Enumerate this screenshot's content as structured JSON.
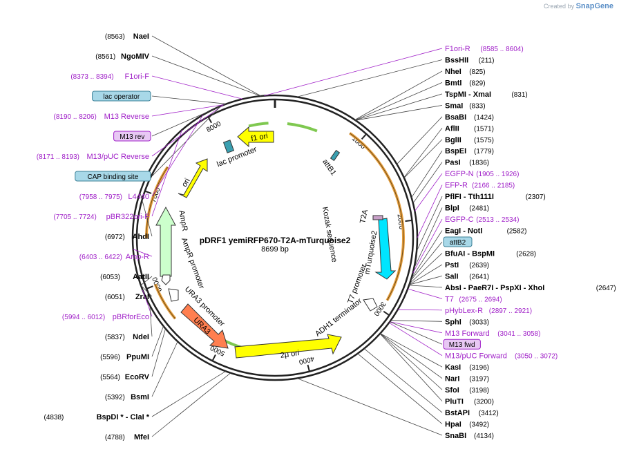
{
  "brand": {
    "prefix": "Created by",
    "name": "SnapGene"
  },
  "map": {
    "title": "pDRF1 yemiRFP670-T2A-mTurquoise2",
    "length_label": "8699 bp",
    "total_bp": 8699,
    "tick_labels": [
      "1000",
      "2000",
      "3000",
      "4000",
      "5000",
      "6000",
      "7000",
      "8000"
    ]
  },
  "sites": [
    {
      "name": "NaeI",
      "pos": "(8563)",
      "bp": 8563,
      "side": "left"
    },
    {
      "name": "NgoMIV",
      "pos": "(8561)",
      "bp": 8561,
      "side": "left"
    },
    {
      "name": "BssHII",
      "pos": "(211)",
      "bp": 211,
      "side": "right"
    },
    {
      "name": "NheI",
      "pos": "(825)",
      "bp": 825,
      "side": "right"
    },
    {
      "name": "BmtI",
      "pos": "(829)",
      "bp": 829,
      "side": "right"
    },
    {
      "name": "TspMI  - XmaI",
      "pos": "(831)",
      "bp": 831,
      "side": "right"
    },
    {
      "name": "SmaI",
      "pos": "(833)",
      "bp": 833,
      "side": "right"
    },
    {
      "name": "BsaBI",
      "pos": "(1424)",
      "bp": 1424,
      "side": "right"
    },
    {
      "name": "AflII",
      "pos": "(1571)",
      "bp": 1571,
      "side": "right"
    },
    {
      "name": "BglII",
      "pos": "(1575)",
      "bp": 1575,
      "side": "right"
    },
    {
      "name": "BspEI",
      "pos": "(1779)",
      "bp": 1779,
      "side": "right"
    },
    {
      "name": "PasI",
      "pos": "(1836)",
      "bp": 1836,
      "side": "right"
    },
    {
      "name": "PflFI  - Tth111I",
      "pos": "(2307)",
      "bp": 2307,
      "side": "right"
    },
    {
      "name": "BlpI",
      "pos": "(2481)",
      "bp": 2481,
      "side": "right"
    },
    {
      "name": "EagI  - NotI",
      "pos": "(2582)",
      "bp": 2582,
      "side": "right"
    },
    {
      "name": "BfuAI  - BspMI",
      "pos": "(2628)",
      "bp": 2628,
      "side": "right"
    },
    {
      "name": "PstI",
      "pos": "(2639)",
      "bp": 2639,
      "side": "right"
    },
    {
      "name": "SalI",
      "pos": "(2641)",
      "bp": 2641,
      "side": "right"
    },
    {
      "name": "AbsI  - PaeR7I  - PspXI  - XhoI",
      "pos": "(2647)",
      "bp": 2647,
      "side": "right"
    },
    {
      "name": "SphI",
      "pos": "(3033)",
      "bp": 3033,
      "side": "right"
    },
    {
      "name": "KasI",
      "pos": "(3196)",
      "bp": 3196,
      "side": "right"
    },
    {
      "name": "NarI",
      "pos": "(3197)",
      "bp": 3197,
      "side": "right"
    },
    {
      "name": "SfoI",
      "pos": "(3198)",
      "bp": 3198,
      "side": "right"
    },
    {
      "name": "PluTI",
      "pos": "(3200)",
      "bp": 3200,
      "side": "right"
    },
    {
      "name": "BstAPI",
      "pos": "(3412)",
      "bp": 3412,
      "side": "right"
    },
    {
      "name": "HpaI",
      "pos": "(3492)",
      "bp": 3492,
      "side": "right"
    },
    {
      "name": "SnaBI",
      "pos": "(4134)",
      "bp": 4134,
      "side": "right"
    },
    {
      "name": "MfeI",
      "pos": "(4788)",
      "bp": 4788,
      "side": "left"
    },
    {
      "name": "BspDI *  - ClaI *",
      "pos": "(4838)",
      "bp": 4838,
      "side": "left"
    },
    {
      "name": "BsmI",
      "pos": "(5392)",
      "bp": 5392,
      "side": "left"
    },
    {
      "name": "EcoRV",
      "pos": "(5564)",
      "bp": 5564,
      "side": "left"
    },
    {
      "name": "PpuMI",
      "pos": "(5596)",
      "bp": 5596,
      "side": "left"
    },
    {
      "name": "NdeI",
      "pos": "(5837)",
      "bp": 5837,
      "side": "left"
    },
    {
      "name": "ZraI",
      "pos": "(6051)",
      "bp": 6051,
      "side": "left"
    },
    {
      "name": "AatII",
      "pos": "(6053)",
      "bp": 6053,
      "side": "left"
    },
    {
      "name": "AhdI",
      "pos": "(6972)",
      "bp": 6972,
      "side": "left"
    }
  ],
  "primers": [
    {
      "name": "F1ori-R",
      "range": "(8585 .. 8604)",
      "bp": 8594,
      "side": "right"
    },
    {
      "name": "F1ori-F",
      "range": "(8373 .. 8394)",
      "bp": 8383,
      "side": "left"
    },
    {
      "name": "M13 Reverse",
      "range": "(8190 .. 8206)",
      "bp": 8198,
      "side": "left"
    },
    {
      "name": "M13/pUC Reverse",
      "range": "(8171 .. 8193)",
      "bp": 8182,
      "side": "left"
    },
    {
      "name": "L4440",
      "range": "(7958 .. 7975)",
      "bp": 7966,
      "side": "left"
    },
    {
      "name": "pBR322ori-F",
      "range": "(7705 .. 7724)",
      "bp": 7714,
      "side": "left"
    },
    {
      "name": "Amp-R",
      "range": "(6403 .. 6422)",
      "bp": 6412,
      "side": "left"
    },
    {
      "name": "pBRforEco",
      "range": "(5994 .. 6012)",
      "bp": 6003,
      "side": "left"
    },
    {
      "name": "EGFP-N",
      "range": "(1905 .. 1926)",
      "bp": 1915,
      "side": "right"
    },
    {
      "name": "EFP-R",
      "range": "(2166 .. 2185)",
      "bp": 2175,
      "side": "right"
    },
    {
      "name": "EGFP-C",
      "range": "(2513 .. 2534)",
      "bp": 2523,
      "side": "right"
    },
    {
      "name": "T7",
      "range": "(2675 .. 2694)",
      "bp": 2684,
      "side": "right"
    },
    {
      "name": "pHybLex-R",
      "range": "(2897 .. 2921)",
      "bp": 2909,
      "side": "right"
    },
    {
      "name": "M13 Forward",
      "range": "(3041 .. 3058)",
      "bp": 3049,
      "side": "right"
    },
    {
      "name": "M13/pUC Forward",
      "range": "(3050 .. 3072)",
      "bp": 3061,
      "side": "right"
    }
  ],
  "boxes": [
    {
      "name": "M13 rev",
      "bp": 8198,
      "fill": "#e8c8f4",
      "stroke": "#a020c8",
      "side": "left"
    },
    {
      "name": "lac operator",
      "bp": 8215,
      "fill": "#a8d8e8",
      "stroke": "#3a7f96",
      "side": "left"
    },
    {
      "name": "CAP binding site",
      "bp": 8160,
      "fill": "#a8d8e8",
      "stroke": "#3a7f96",
      "side": "left"
    },
    {
      "name": "attB2",
      "bp": 2600,
      "fill": "#a8d8e8",
      "stroke": "#3a7f96",
      "side": "right"
    },
    {
      "name": "M13 fwd",
      "bp": 3049,
      "fill": "#e8c8f4",
      "stroke": "#a020c8",
      "side": "right"
    }
  ],
  "features": [
    {
      "name": "f1 ori",
      "color": "#ffff00",
      "kind": "arrow"
    },
    {
      "name": "lac promoter",
      "color": "#ffffff",
      "kind": "label"
    },
    {
      "name": "ori",
      "color": "#ffff00",
      "kind": "arrow"
    },
    {
      "name": "AmpR",
      "color": "#ccffcc",
      "kind": "arrow"
    },
    {
      "name": "AmpR promoter",
      "color": "#ffffff",
      "kind": "label"
    },
    {
      "name": "URA3 promoter",
      "color": "#ffffff",
      "kind": "label"
    },
    {
      "name": "URA3",
      "color": "#ff7f50",
      "kind": "arrow"
    },
    {
      "name": "2μ ori",
      "color": "#ffff00",
      "kind": "arrow"
    },
    {
      "name": "ADH1 terminator",
      "color": "#ffffff",
      "kind": "label"
    },
    {
      "name": "T7 promoter",
      "color": "#ffffff",
      "kind": "label"
    },
    {
      "name": "mTurquoise2",
      "color": "#00e5ff",
      "kind": "arrow"
    },
    {
      "name": "T2A",
      "color": "#c8a0c8",
      "kind": "label"
    },
    {
      "name": "Kozak sequence",
      "color": "#ffffff",
      "kind": "label"
    },
    {
      "name": "attB1",
      "color": "#3a9fb0",
      "kind": "label"
    }
  ]
}
